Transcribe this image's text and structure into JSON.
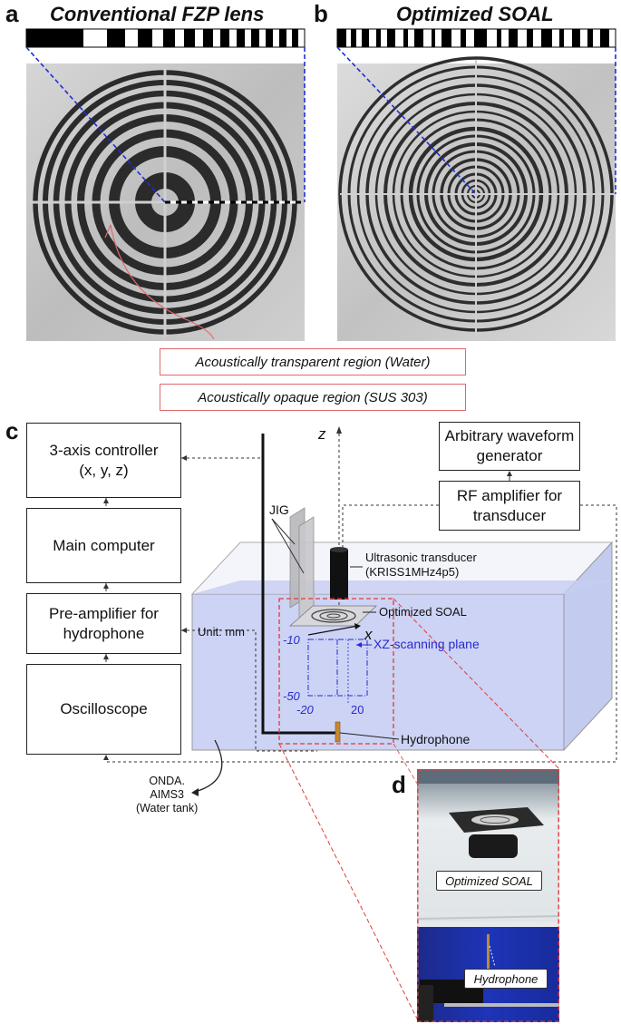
{
  "panels": {
    "a": {
      "letter": "a",
      "title": "Conventional FZP lens"
    },
    "b": {
      "letter": "b",
      "title": "Optimized SOAL"
    },
    "c": {
      "letter": "c"
    },
    "d": {
      "letter": "d"
    }
  },
  "callouts": {
    "transparent": "Acoustically transparent region (Water)",
    "opaque": "Acoustically opaque region (SUS 303)"
  },
  "setup": {
    "controller": [
      "3-axis controller",
      "(x, y, z)"
    ],
    "computer": "Main computer",
    "preamp": [
      "Pre-amplifier for",
      "hydrophone"
    ],
    "oscilloscope": "Oscilloscope",
    "awg": [
      "Arbitrary waveform",
      "generator"
    ],
    "rf_amp": [
      "RF amplifier for",
      "transducer"
    ],
    "jig": "JIG",
    "transducer": [
      "Ultrasonic transducer",
      "(KRISS1MHz4p5)"
    ],
    "soal": "Optimized SOAL",
    "unit": "Unit: mm",
    "scan_plane": "XZ-scanning plane",
    "hydrophone": "Hydrophone",
    "tank": [
      "ONDA.",
      "AIMS3",
      "(Water tank)"
    ],
    "axis_z": "z",
    "axis_x": "x",
    "tick_z_top": "-10",
    "tick_z_bottom": "-50",
    "tick_x_left": "-20",
    "tick_x_right": "20"
  },
  "photo_d": {
    "label_soal": "Optimized SOAL",
    "label_hydrophone": "Hydrophone"
  },
  "colors": {
    "water": "#ccd3f4",
    "dashed_red": "#e23a3a",
    "scan_blue": "#2a2ad0",
    "guide_blue": "#1f2fd6",
    "callout_border": "#e06a6a"
  }
}
